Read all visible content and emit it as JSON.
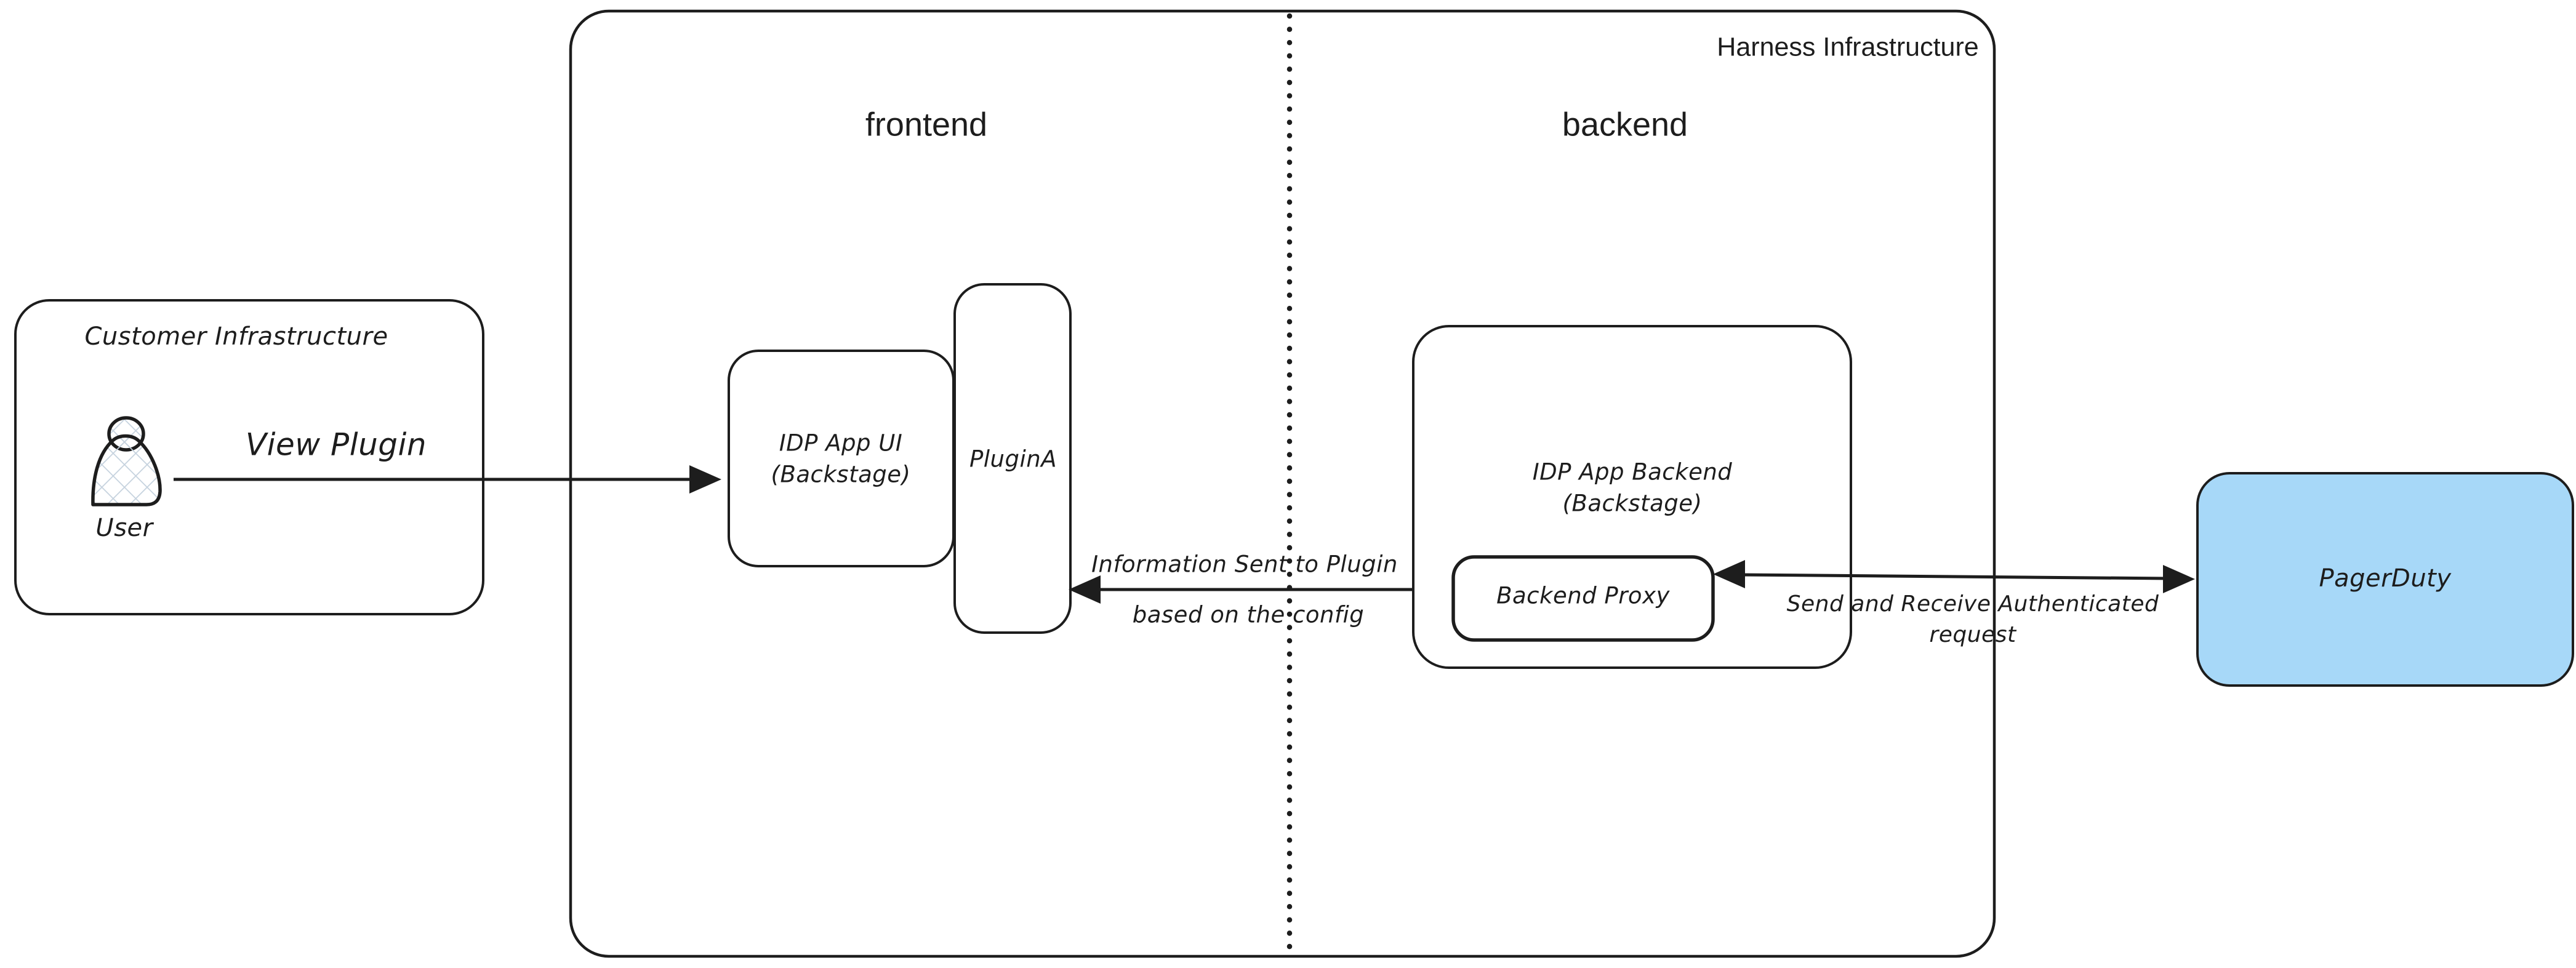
{
  "harness": {
    "title": "Harness Infrastructure",
    "zones": {
      "frontend": "frontend",
      "backend": "backend"
    }
  },
  "customer": {
    "title": "Customer Infrastructure",
    "user": "User"
  },
  "nodes": {
    "idp_ui": {
      "line1": "IDP App UI",
      "line2": "(Backstage)"
    },
    "plugin_a": {
      "label": "PluginA"
    },
    "idp_backend": {
      "line1": "IDP App Backend",
      "line2": "(Backstage)"
    },
    "backend_proxy": {
      "label": "Backend Proxy"
    },
    "pagerduty": {
      "label": "PagerDuty"
    }
  },
  "arrows": {
    "view_plugin": {
      "label": "View Plugin"
    },
    "info_sent": {
      "line1": "Information Sent to Plugin",
      "line2": "based on the config"
    },
    "auth_request": {
      "line1": "Send and Receive Authenticated",
      "line2": "request"
    }
  },
  "colors": {
    "stroke": "#1d1d1d",
    "pagerduty_fill": "#a7d8f8",
    "user_hatch": "#c5d2de",
    "background": "#ffffff"
  }
}
